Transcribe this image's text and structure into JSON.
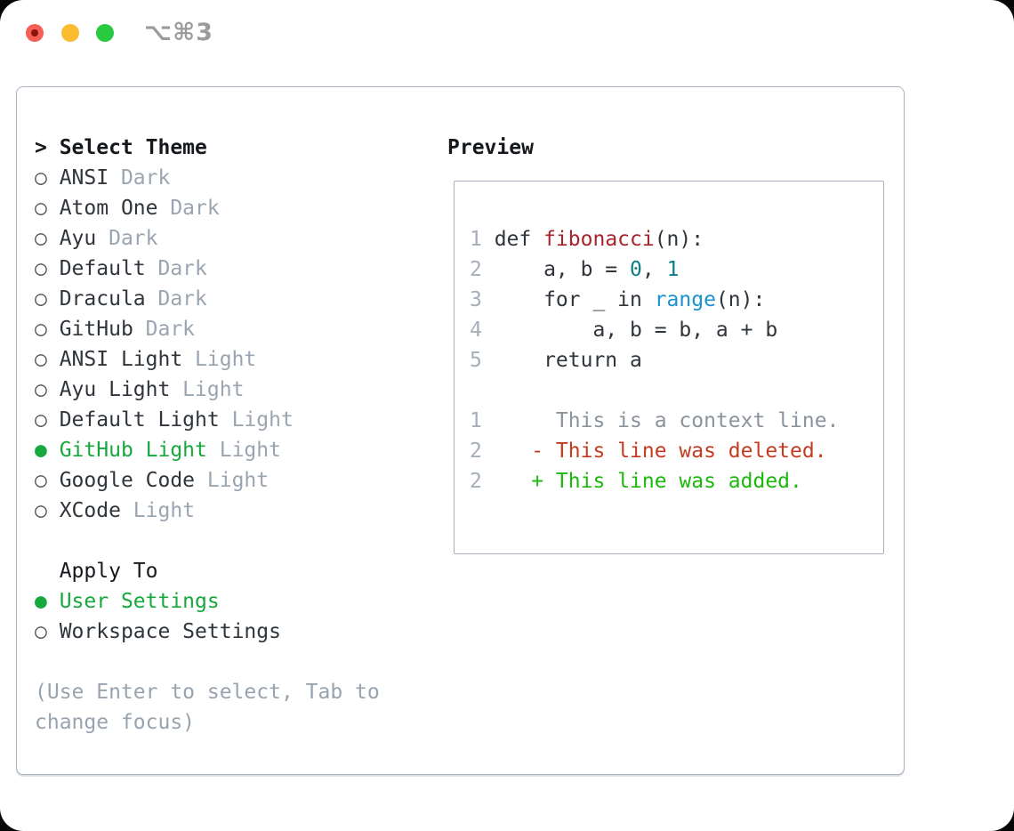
{
  "window": {
    "shortcut_label": "⌥⌘3"
  },
  "icons": {
    "prompt": ">",
    "radio_selected": "●",
    "radio_unselected": "○"
  },
  "colors": {
    "ink": "#15181c",
    "text": "#2f353b",
    "muted": "#9aa5b1",
    "lineno": "#a5aeb9",
    "circle": "#4b535b",
    "green": "#17a83e",
    "added": "#1db80c",
    "deleted": "#c43b21",
    "fn-red": "#a8232c",
    "builtin-blue": "#1b92d1",
    "num-teal": "#0d7e87",
    "border": "#a8b2be",
    "hint": "#98a3b0",
    "context": "#8b939c",
    "tl-red": "#f55f56",
    "tl-red-dot": "#8c120d",
    "tl-yellow": "#fcbc2f",
    "tl-green": "#29c940",
    "shortcut": "#9b9b9b"
  },
  "theme_picker": {
    "title": "Select Theme",
    "items": [
      {
        "name": "ANSI",
        "variant": "Dark",
        "selected": false
      },
      {
        "name": "Atom One",
        "variant": "Dark",
        "selected": false
      },
      {
        "name": "Ayu",
        "variant": "Dark",
        "selected": false
      },
      {
        "name": "Default",
        "variant": "Dark",
        "selected": false
      },
      {
        "name": "Dracula",
        "variant": "Dark",
        "selected": false
      },
      {
        "name": "GitHub",
        "variant": "Dark",
        "selected": false
      },
      {
        "name": "ANSI Light",
        "variant": "Light",
        "selected": false
      },
      {
        "name": "Ayu Light",
        "variant": "Light",
        "selected": false
      },
      {
        "name": "Default Light",
        "variant": "Light",
        "selected": false
      },
      {
        "name": "GitHub Light",
        "variant": "Light",
        "selected": true
      },
      {
        "name": "Google Code",
        "variant": "Light",
        "selected": false
      },
      {
        "name": "XCode",
        "variant": "Light",
        "selected": false
      }
    ],
    "apply_to": {
      "title": "Apply To",
      "options": [
        {
          "label": "User Settings",
          "selected": true
        },
        {
          "label": "Workspace Settings",
          "selected": false
        }
      ]
    },
    "hint_line1": "(Use Enter to select, Tab to",
    "hint_line2": "change focus)"
  },
  "preview": {
    "title": "Preview",
    "rows": [
      {
        "no": "1",
        "segments": [
          {
            "text": "def ",
            "color": "plain"
          },
          {
            "text": "fibonacci",
            "color": "function"
          },
          {
            "text": "(n):",
            "color": "plain"
          }
        ]
      },
      {
        "no": "2",
        "segments": [
          {
            "text": "    a, b = ",
            "color": "plain"
          },
          {
            "text": "0",
            "color": "number"
          },
          {
            "text": ", ",
            "color": "plain"
          },
          {
            "text": "1",
            "color": "number"
          }
        ]
      },
      {
        "no": "3",
        "segments": [
          {
            "text": "    for _ in ",
            "color": "plain"
          },
          {
            "text": "range",
            "color": "builtin"
          },
          {
            "text": "(n):",
            "color": "plain"
          }
        ]
      },
      {
        "no": "4",
        "segments": [
          {
            "text": "        a, b = b, a + b",
            "color": "plain"
          }
        ]
      },
      {
        "no": "5",
        "segments": [
          {
            "text": "    return a",
            "color": "plain"
          }
        ]
      },
      {
        "no": "",
        "segments": []
      },
      {
        "no": "1",
        "segments": [
          {
            "text": "     This is a context line.",
            "color": "context"
          }
        ]
      },
      {
        "no": "2",
        "segments": [
          {
            "text": "   - This line was deleted.",
            "color": "deleted"
          }
        ]
      },
      {
        "no": "2",
        "segments": [
          {
            "text": "   + This line was added.",
            "color": "added"
          }
        ]
      }
    ]
  }
}
